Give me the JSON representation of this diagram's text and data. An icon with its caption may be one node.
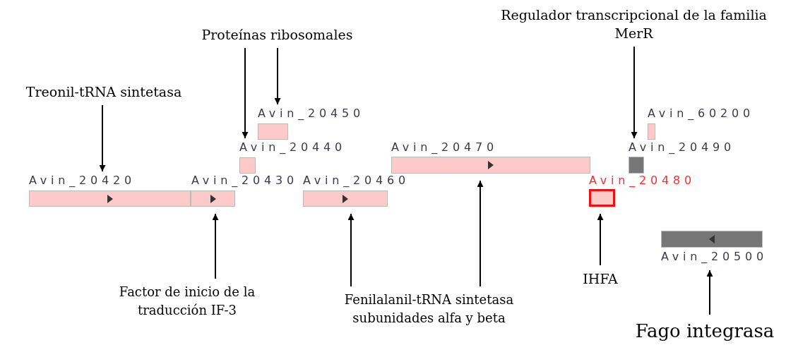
{
  "diagram": {
    "nodes": [
      {
        "text": [
          "Regulador transcripcional de la familia MerR"
        ]
      },
      {
        "text": [
          "Proteínas ribosomales"
        ]
      },
      {
        "text": [
          "Treonil-tRNA sintetasa"
        ]
      },
      {
        "text": [
          "Avin_20450"
        ]
      },
      {
        "text": [
          "Avin_60200"
        ]
      },
      {
        "text": [
          "Avin_20440"
        ]
      },
      {
        "text": [
          "Avin_20470"
        ]
      },
      {
        "text": [
          "Avin_20490"
        ]
      },
      {
        "text": [
          "Avin_20420"
        ]
      },
      {
        "text": [
          "Avin_20430"
        ]
      },
      {
        "text": [
          "Avin_20460"
        ]
      },
      {
        "text": [
          "Avin_20480"
        ]
      },
      {
        "text": [
          "Avin_20500"
        ]
      },
      {
        "text": [
          "IHFA"
        ]
      },
      {
        "text": [
          "Factor de inicio de la traducción IF-3"
        ]
      },
      {
        "text": [
          "Fenilalanil-tRNA sintetasa subunidades alfa y beta"
        ]
      },
      {
        "text": [
          "Fago integrasa"
        ]
      }
    ],
    "edges": [
      {
        "from": 2,
        "to": 8,
        "arrow": "to"
      },
      {
        "from": 1,
        "to": 5,
        "arrow": "to"
      },
      {
        "from": 1,
        "to": 3,
        "arrow": "to"
      },
      {
        "from": 0,
        "to": 7,
        "arrow": "to"
      },
      {
        "from": 14,
        "to": 9,
        "arrow": "to"
      },
      {
        "from": 15,
        "to": 10,
        "arrow": "to"
      },
      {
        "from": 15,
        "to": 6,
        "arrow": "to"
      },
      {
        "from": 13,
        "to": 11,
        "arrow": "to"
      },
      {
        "from": 16,
        "to": 12,
        "arrow": "to"
      }
    ]
  }
}
